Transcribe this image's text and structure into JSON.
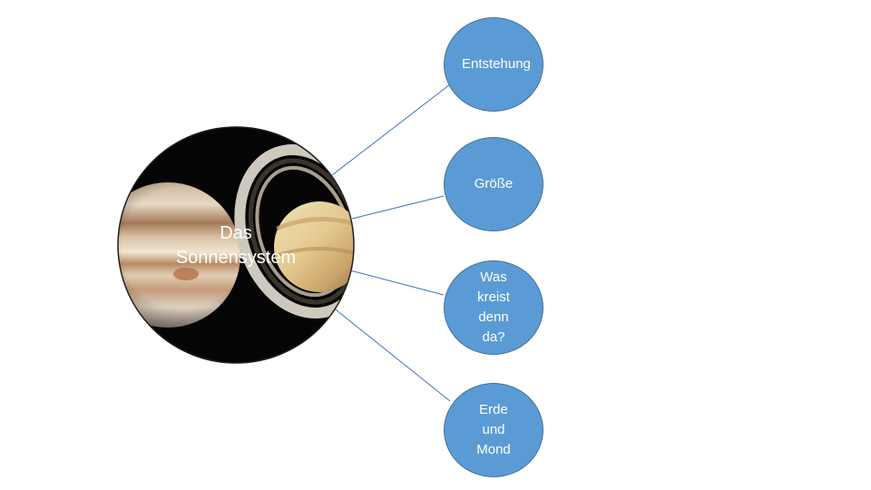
{
  "central": {
    "label": "Das\nSonnensystem"
  },
  "nodes": [
    {
      "label": "Entstehung"
    },
    {
      "label": "Größe"
    },
    {
      "label": "Was\nkreist\ndenn\nda?"
    },
    {
      "label": "Erde\nund\nMond"
    }
  ],
  "colors": {
    "node_fill": "#5b9bd5",
    "node_border": "#41719c",
    "connector": "#4472c4",
    "central_background": "#000000",
    "text": "#ffffff"
  },
  "icons": [
    "planet-image-jupiter",
    "planet-image-saturn"
  ]
}
